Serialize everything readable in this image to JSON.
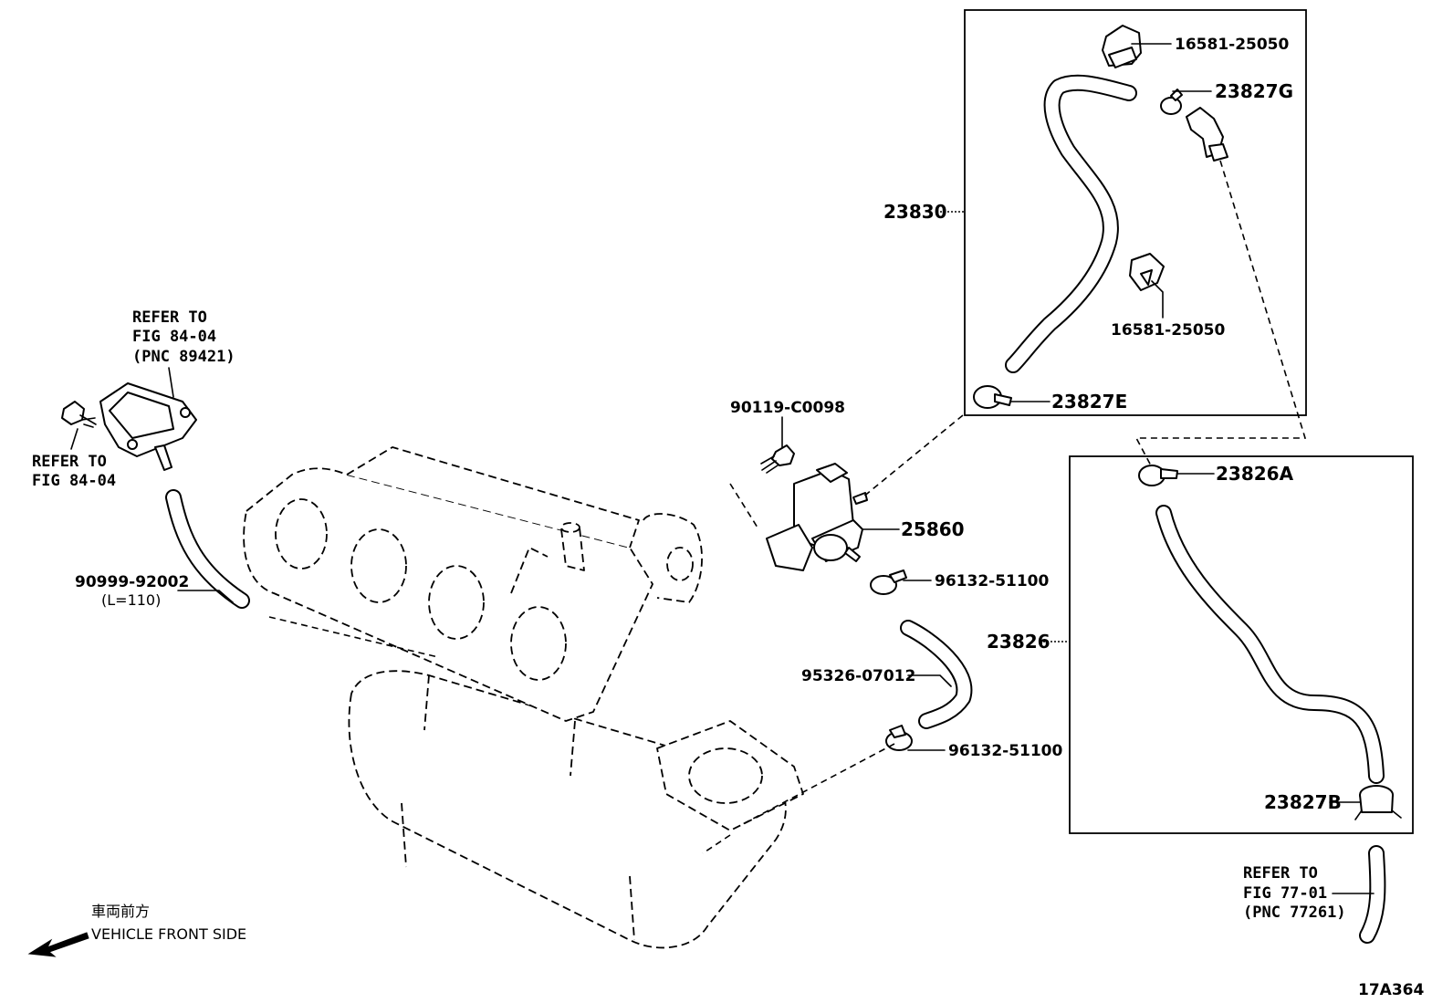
{
  "labels": {
    "p16581_top": "16581-25050",
    "p23827G": "23827G",
    "p23830": "23830",
    "p16581_mid": "16581-25050",
    "p23827E": "23827E",
    "p90119": "90119-C0098",
    "p25860": "25860",
    "p96132_a": "96132-51100",
    "p95326": "95326-07012",
    "p96132_b": "96132-51100",
    "p23826A": "23826A",
    "p23826": "23826",
    "p23827B": "23827B",
    "p90999": "90999-92002",
    "p90999_len": "(L=110)"
  },
  "refs": {
    "ref1_line1": "REFER TO",
    "ref1_line2": "FIG 84-04",
    "ref1_line3": "(PNC 89421)",
    "ref2_line1": "REFER TO",
    "ref2_line2": "FIG 84-04",
    "ref3_line1": "REFER TO",
    "ref3_line2": "FIG 77-01",
    "ref3_line3": "(PNC 77261)"
  },
  "direction": {
    "jp": "車両前方",
    "en": "VEHICLE FRONT SIDE",
    "arrow_icon": "arrow-left-down-icon"
  },
  "figure_code": "17A364"
}
